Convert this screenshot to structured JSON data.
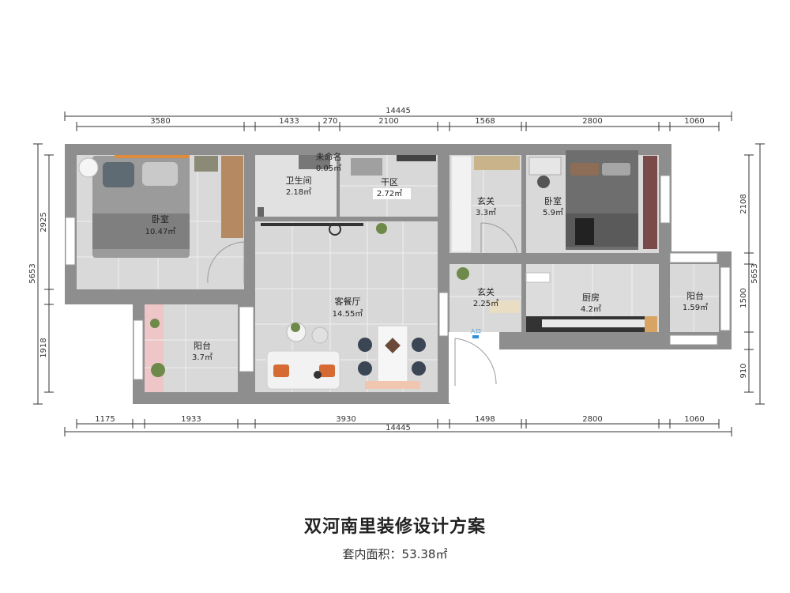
{
  "plan": {
    "title": "双河南里装修设计方案",
    "area_label": "套内面积：",
    "area_value": "53.38㎡",
    "rooms": [
      {
        "key": "bedroom_left",
        "name": "卧室",
        "area": "10.47㎡"
      },
      {
        "key": "unnamed",
        "name": "未命名",
        "area": "0.05㎡"
      },
      {
        "key": "bathroom",
        "name": "卫生间",
        "area": "2.18㎡"
      },
      {
        "key": "dry_zone",
        "name": "干区",
        "area": "2.72㎡"
      },
      {
        "key": "living",
        "name": "客餐厅",
        "area": "14.55㎡"
      },
      {
        "key": "balcony_left",
        "name": "阳台",
        "area": "3.7㎡"
      },
      {
        "key": "foyer_top",
        "name": "玄关",
        "area": "3.3㎡"
      },
      {
        "key": "bedroom_right",
        "name": "卧室",
        "area": "5.9㎡"
      },
      {
        "key": "foyer_bottom",
        "name": "玄关",
        "area": "2.25㎡"
      },
      {
        "key": "kitchen",
        "name": "厨房",
        "area": "4.2㎡"
      },
      {
        "key": "balcony_right",
        "name": "阳台",
        "area": "1.59㎡"
      }
    ],
    "entry_label": "入口",
    "dimensions": {
      "top_total": "14445",
      "top_segments": [
        "3580",
        "1433",
        "270",
        "2100",
        "1568",
        "2800",
        "1060"
      ],
      "bottom_total": "14445",
      "bottom_segments": [
        "1175",
        "1933",
        "3930",
        "1498",
        "2800",
        "1060"
      ],
      "left_total": "5653",
      "left_segments": [
        "2925",
        "1918"
      ],
      "right_total": "5653",
      "right_segments": [
        "2108",
        "1500",
        "910"
      ]
    }
  }
}
